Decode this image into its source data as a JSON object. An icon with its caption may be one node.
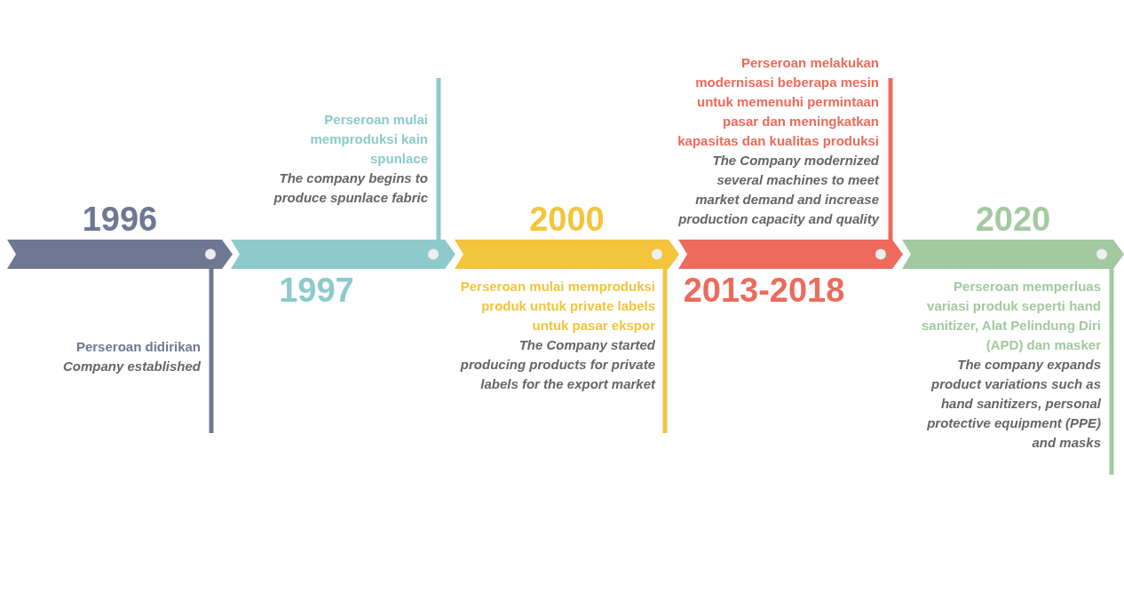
{
  "diagram": {
    "nodes": [
      {
        "text": [
          "1996"
        ],
        "beside": [
          "Perseroan didirikan",
          "Company established"
        ]
      },
      {
        "text": [
          "1997"
        ],
        "beside": [
          "Perseroan mulai memproduksi kain spunlace",
          "The company begins to produce spunlace fabric"
        ]
      },
      {
        "text": [
          "2000"
        ],
        "beside": [
          "Perseroan mulai memproduksi produk untuk private labels untuk pasar ekspor",
          "The Company started producing products for private labels for the export market"
        ]
      },
      {
        "text": [
          "2013-2018"
        ],
        "beside": [
          "Perseroan melakukan modernisasi beberapa mesin untuk memenuhi permintaan pasar dan meningkatkan kapasitas dan kualitas produksi",
          "The Company modernized several machines to meet market demand and increase production capacity and quality"
        ]
      },
      {
        "text": [
          "2020"
        ],
        "beside": [
          "Perseroan memperluas variasi produk seperti hand sanitizer, Alat Pelindung Diri (APD) dan masker",
          "The company expands product variations such as hand sanitizers, personal protective equipment (PPE) and masks"
        ]
      }
    ]
  }
}
